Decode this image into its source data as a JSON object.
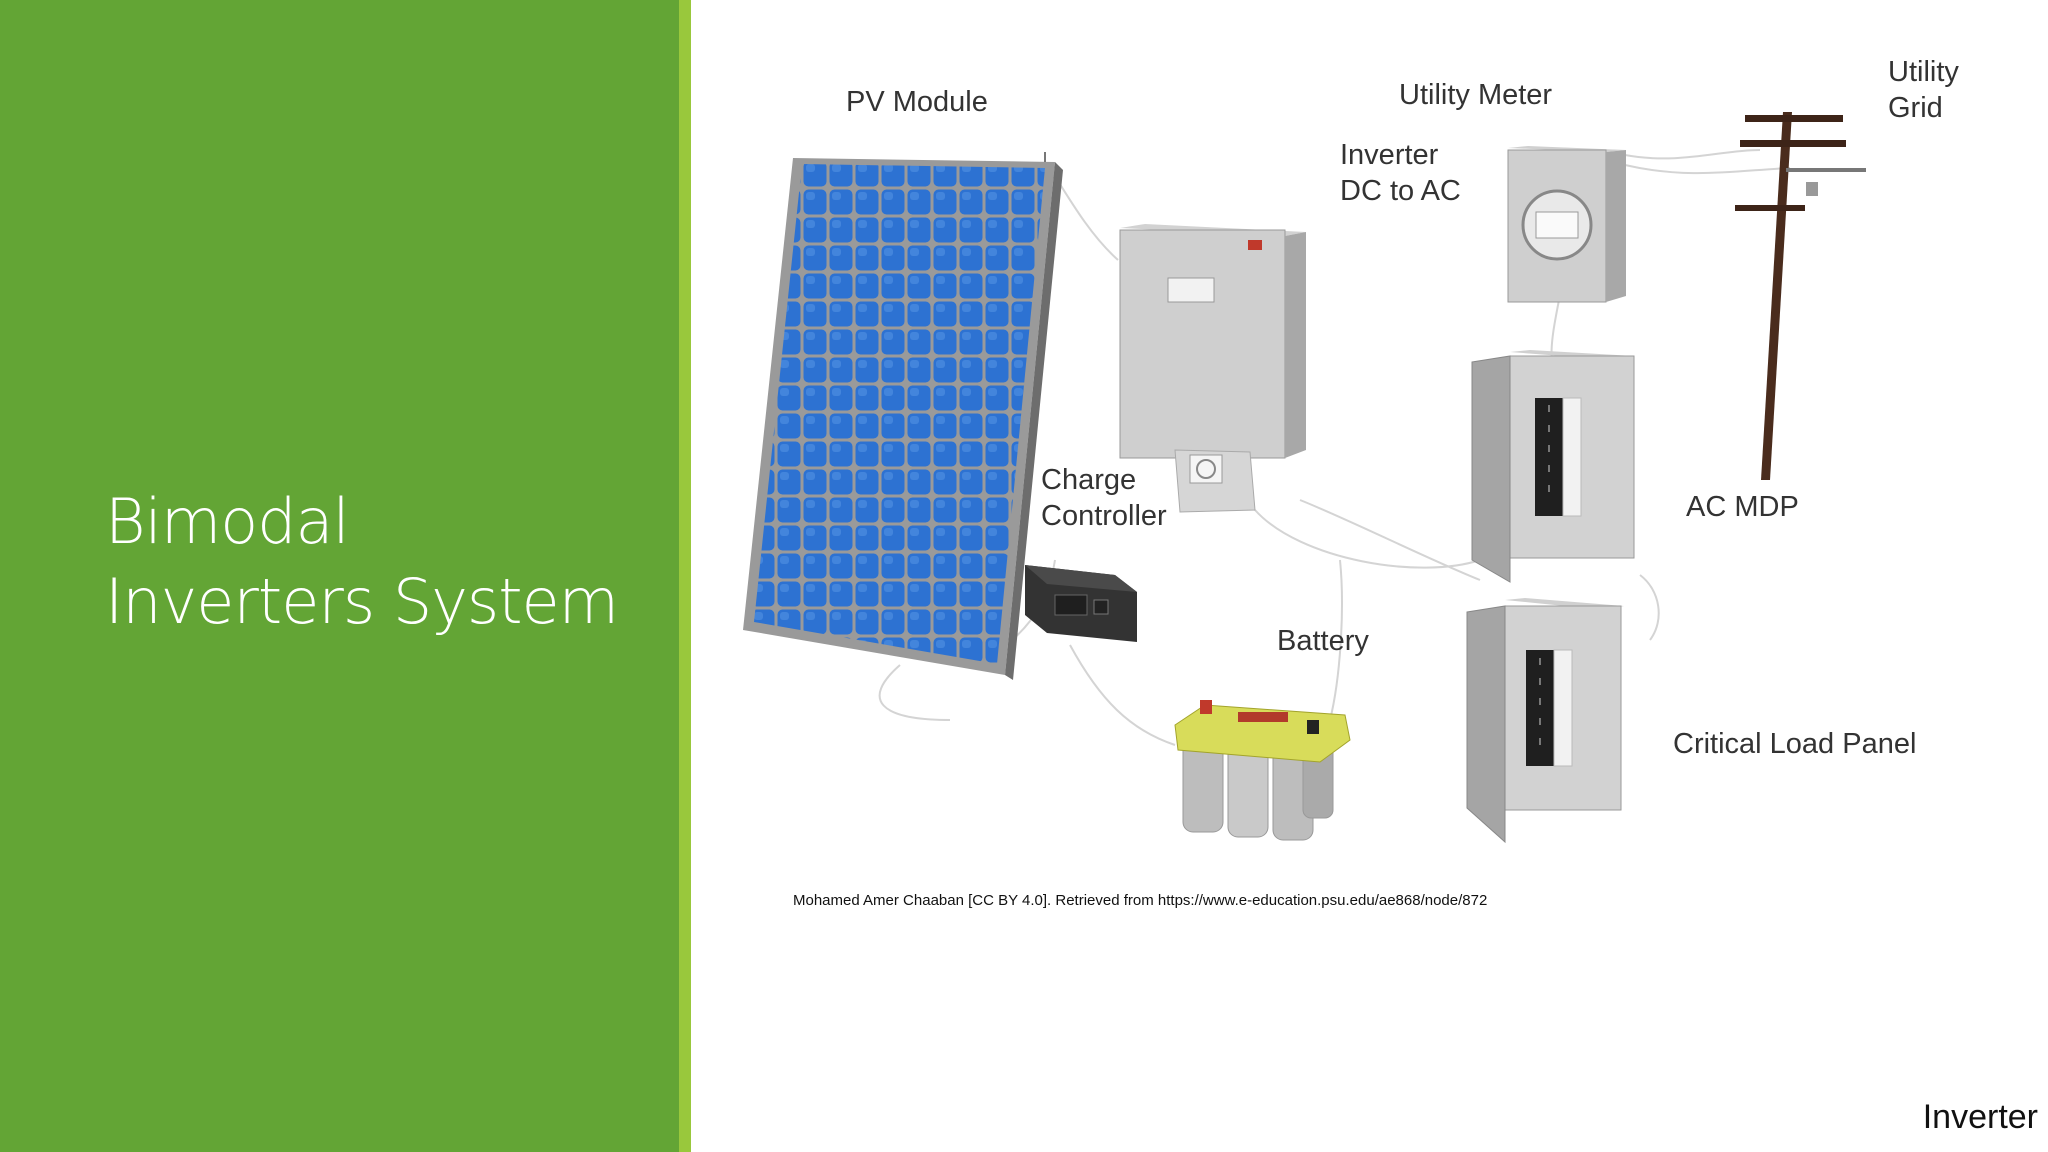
{
  "slide": {
    "title_line1": "Bimodal",
    "title_line2": "Inverters System",
    "caption": "Mohamed Amer Chaaban [CC BY 4.0]. Retrieved from https://www.e-education.psu.edu/ae868/node/872",
    "footer": "Inverter"
  },
  "diagram": {
    "labels": {
      "pv_module": "PV Module",
      "utility_meter": "Utility Meter",
      "utility_grid_1": "Utility",
      "utility_grid_2": "Grid",
      "inverter_1": "Inverter",
      "inverter_2": "DC to AC",
      "charge_controller_1": "Charge",
      "charge_controller_2": "Controller",
      "ac_mdp": "AC MDP",
      "battery": "Battery",
      "critical_load_panel": "Critical Load Panel"
    }
  }
}
